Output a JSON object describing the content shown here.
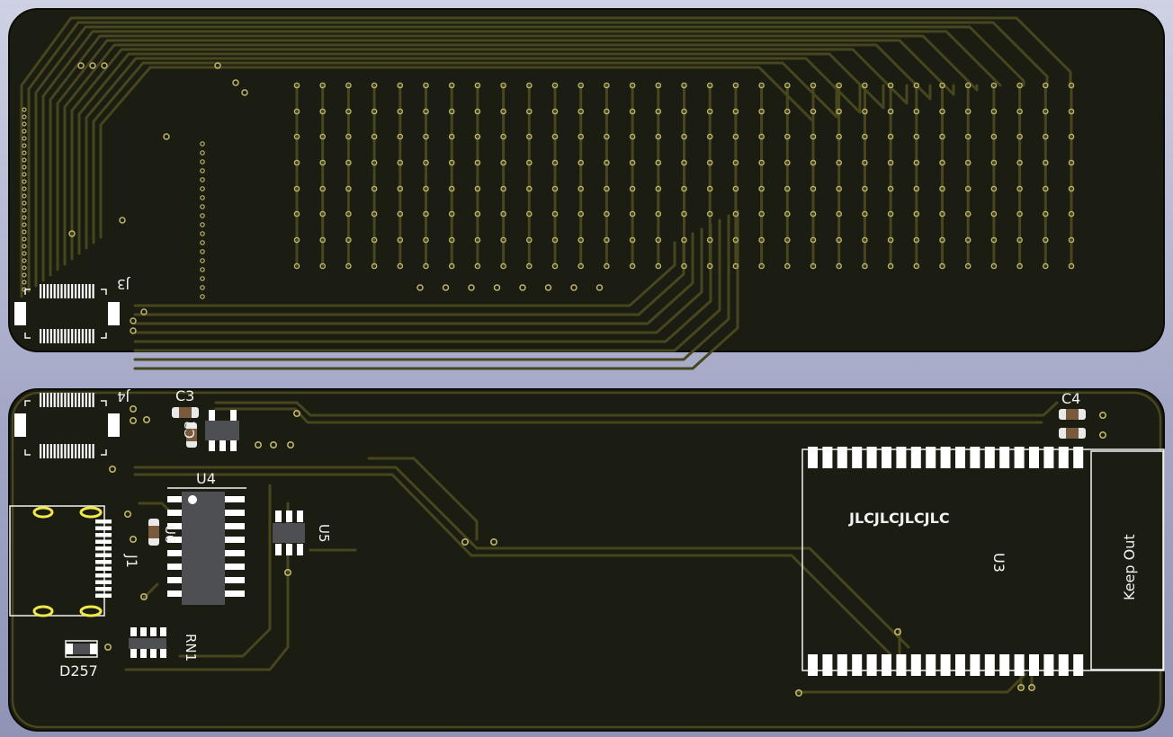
{
  "colors": {
    "board": "#1b1c12",
    "edge": "#0b0b07",
    "trace": "#47461e",
    "pad": "#ffffff",
    "via": "#bfb56a",
    "silk": "#f2f2f2",
    "ic": "#4e4f52",
    "slot": "#f1e84a"
  },
  "top_board": {
    "labels": {
      "j3": "J3"
    }
  },
  "bottom_board": {
    "labels": {
      "j4": "J4",
      "c3": "C3",
      "c2": "C2",
      "u4": "U4",
      "u6": "U6",
      "u5": "U5",
      "j1": "J1",
      "rn1": "RN1",
      "d257": "D257",
      "c4": "C4",
      "u3": "U3",
      "jlc": "JLCJLCJLCJLC",
      "keepout": "Keep Out"
    }
  }
}
